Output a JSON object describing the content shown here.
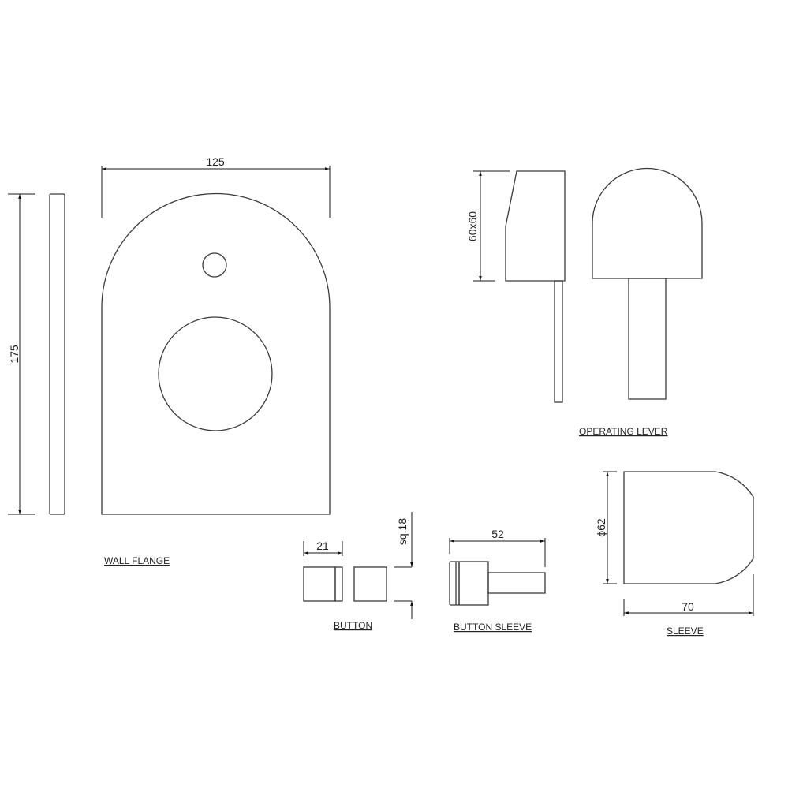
{
  "drawing": {
    "colors": {
      "line": "#3a3a3a",
      "text": "#222222",
      "background": "#ffffff"
    },
    "parts": {
      "wall_flange": {
        "label": "WALL FLANGE",
        "dims": {
          "width": "125",
          "height": "175"
        }
      },
      "operating_lever": {
        "label": "OPERATING LEVER",
        "dims": {
          "size": "60x60"
        }
      },
      "button": {
        "label": "BUTTON",
        "dims": {
          "length": "21",
          "square": "sq.18"
        }
      },
      "button_sleeve": {
        "label": "BUTTON SLEEVE",
        "dims": {
          "length": "52"
        }
      },
      "sleeve": {
        "label": "SLEEVE",
        "dims": {
          "diameter": "ϕ62",
          "length": "70"
        }
      }
    }
  }
}
